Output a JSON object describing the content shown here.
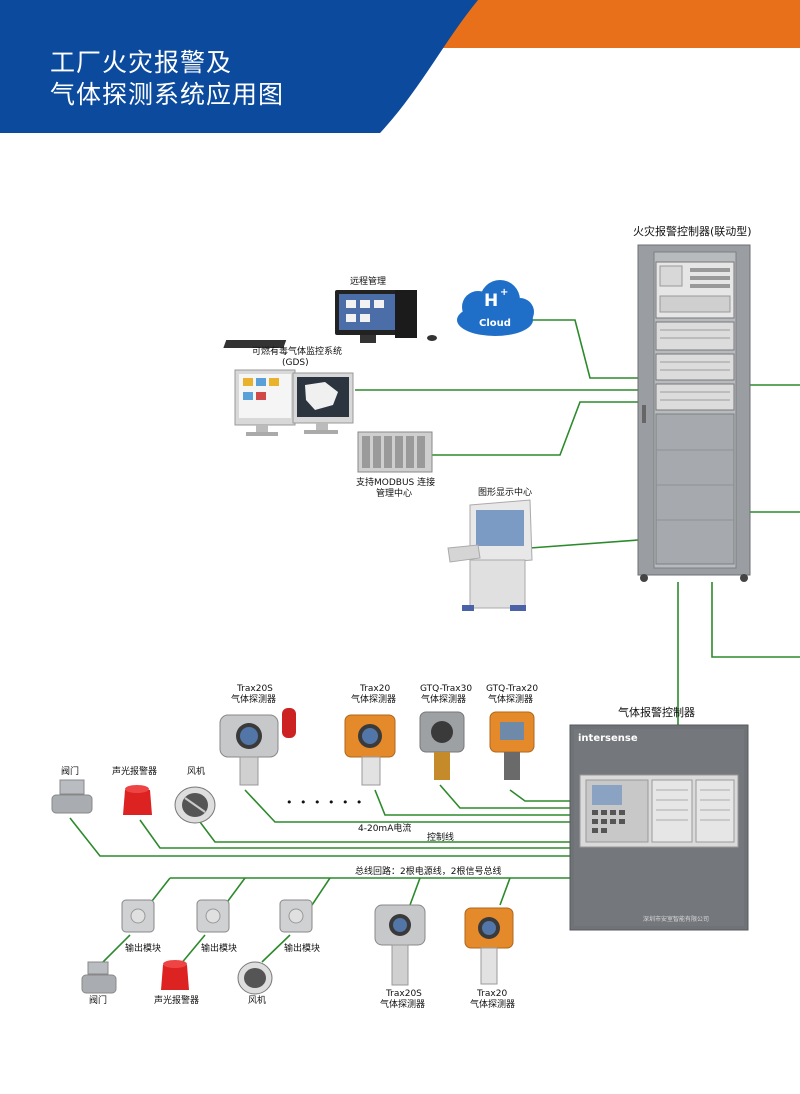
{
  "header": {
    "title_line1": "工厂火灾报警及",
    "title_line2": "气体探测系统应用图"
  },
  "colors": {
    "blue": "#0b4a9c",
    "orange": "#e8701a",
    "line": "#2c8a2c",
    "cabinet": "#8c8f93"
  },
  "labels": {
    "fire_controller": "火灾报警控制器(联动型)",
    "remote": "远程管理",
    "cloud": "Cloud",
    "cloud_h": "H",
    "cloud_plus": "+",
    "gds_line1": "可燃有毒气体监控系统",
    "gds_line2": "(GDS)",
    "modbus_line1": "支持MODBUS 连接",
    "modbus_line2": "管理中心",
    "graphic": "图形显示中心",
    "gas_controller": "气体报警控制器",
    "brand": "intersense",
    "maker": "深圳市安室智能有限公司",
    "trax20s_a": "Trax20S",
    "detector_a": "气体探测器",
    "trax20_a": "Trax20",
    "detector_b": "气体探测器",
    "gtq30": "GTQ-Trax30",
    "detector_c": "气体探测器",
    "gtq20": "GTQ-Trax20",
    "detector_d": "气体探测器",
    "valve1": "阀门",
    "alarm1": "声光报警器",
    "fan1": "风机",
    "dots": "• • • • • •",
    "ma_line": "4-20mA电流",
    "ctrl_line": "控制线",
    "bus_line": "总线回路：2根电源线，2根信号总线",
    "out1": "输出模块",
    "out2": "输出模块",
    "out3": "输出模块",
    "valve2": "阀门",
    "alarm2": "声光报警器",
    "fan2": "风机",
    "trax20s_b": "Trax20S",
    "detector_e": "气体探测器",
    "trax20_b": "Trax20",
    "detector_f": "气体探测器"
  }
}
